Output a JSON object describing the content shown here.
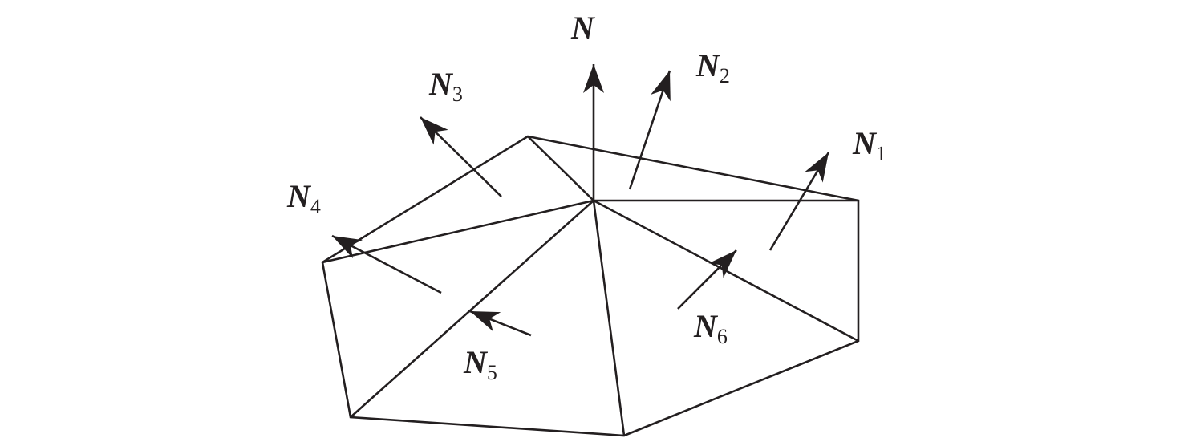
{
  "diagram": {
    "stroke_color": "#231f20",
    "labels": [
      {
        "id": "N",
        "main": "N",
        "sub": ""
      },
      {
        "id": "N1",
        "main": "N",
        "sub": "1"
      },
      {
        "id": "N2",
        "main": "N",
        "sub": "2"
      },
      {
        "id": "N3",
        "main": "N",
        "sub": "3"
      },
      {
        "id": "N4",
        "main": "N",
        "sub": "4"
      },
      {
        "id": "N5",
        "main": "N",
        "sub": "5"
      },
      {
        "id": "N6",
        "main": "N",
        "sub": "6"
      }
    ]
  }
}
